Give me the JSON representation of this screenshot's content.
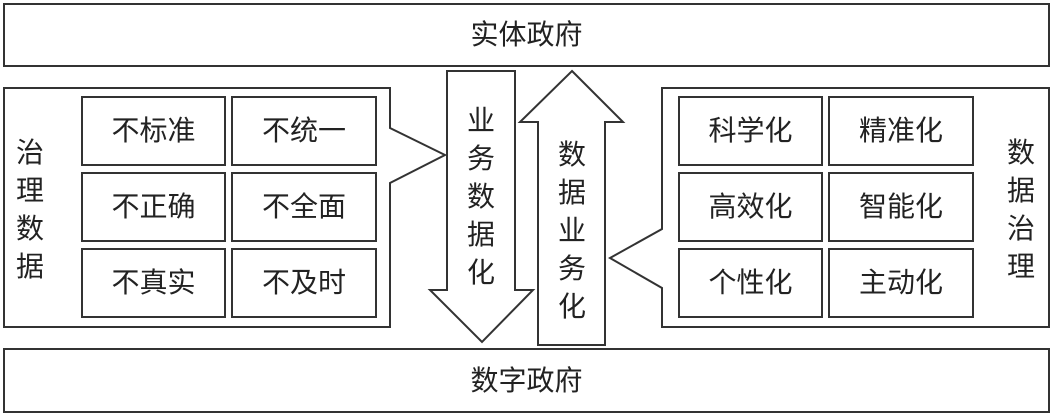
{
  "top_box": {
    "label": "实体政府"
  },
  "bottom_box": {
    "label": "数字政府"
  },
  "left_panel": {
    "label": "治理数据",
    "chars": [
      "治",
      "理",
      "数",
      "据"
    ],
    "cells": [
      "不标准",
      "不统一",
      "不正确",
      "不全面",
      "不真实",
      "不及时"
    ]
  },
  "right_panel": {
    "label": "数据治理",
    "chars": [
      "数",
      "据",
      "治",
      "理"
    ],
    "cells": [
      "科学化",
      "精准化",
      "高效化",
      "智能化",
      "个性化",
      "主动化"
    ]
  },
  "down_arrow": {
    "label": "业务数据化",
    "chars": [
      "业",
      "务",
      "数",
      "据",
      "化"
    ]
  },
  "up_arrow": {
    "label": "数据业务化",
    "chars": [
      "数",
      "据",
      "业",
      "务",
      "化"
    ]
  }
}
